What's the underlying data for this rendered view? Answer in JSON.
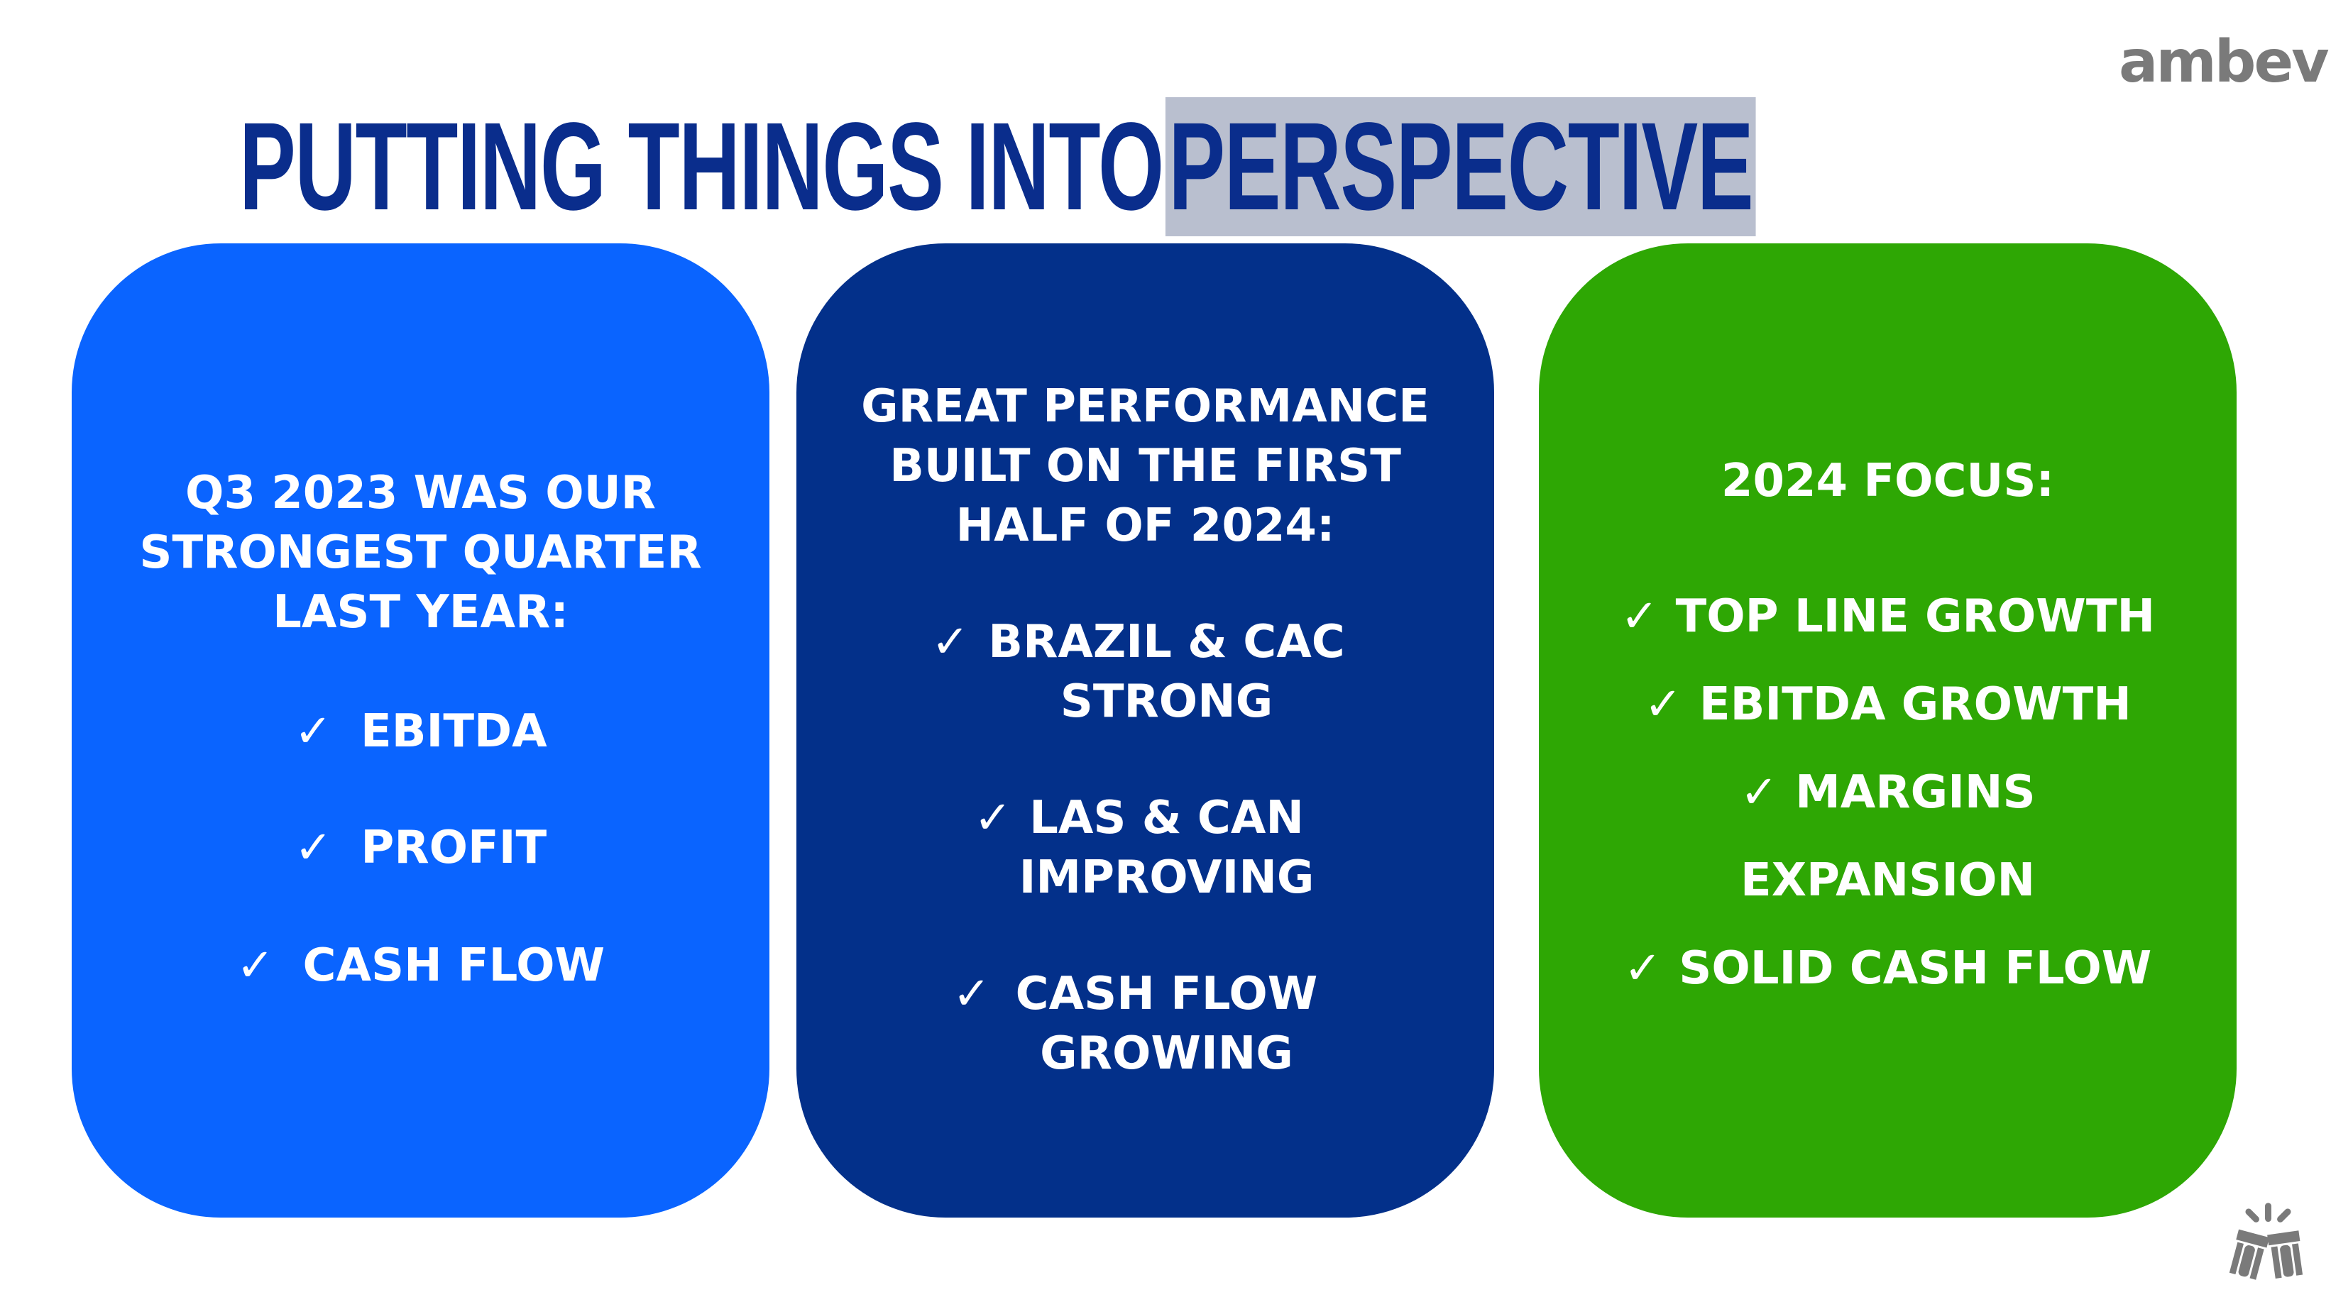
{
  "logo": "ambev",
  "title": {
    "main": "PUTTING THINGS INTO",
    "highlight": "PERSPECTIVE"
  },
  "check": "✓",
  "cards": [
    {
      "title": [
        "Q3 2023 WAS OUR",
        "STRONGEST QUARTER",
        "LAST YEAR:"
      ],
      "items": [
        "EBITDA",
        "PROFIT",
        "CASH FLOW"
      ]
    },
    {
      "title": [
        "GREAT PERFORMANCE",
        "BUILT ON THE FIRST",
        "HALF OF 2024:"
      ],
      "items": [
        [
          "BRAZIL & CAC",
          "STRONG"
        ],
        [
          "LAS & CAN",
          "IMPROVING"
        ],
        [
          "CASH FLOW",
          "GROWING"
        ]
      ]
    },
    {
      "title": [
        "2024 FOCUS:"
      ],
      "items": [
        "TOP LINE GROWTH",
        "EBITDA GROWTH",
        "MARGINS",
        "EXPANSION",
        "SOLID CASH FLOW"
      ]
    }
  ],
  "colors": {
    "title": "#0a2d8c",
    "card1": "#0a64ff",
    "card2": "#03308a",
    "card3": "#2ea704",
    "highlight": "#b9bfcf"
  }
}
